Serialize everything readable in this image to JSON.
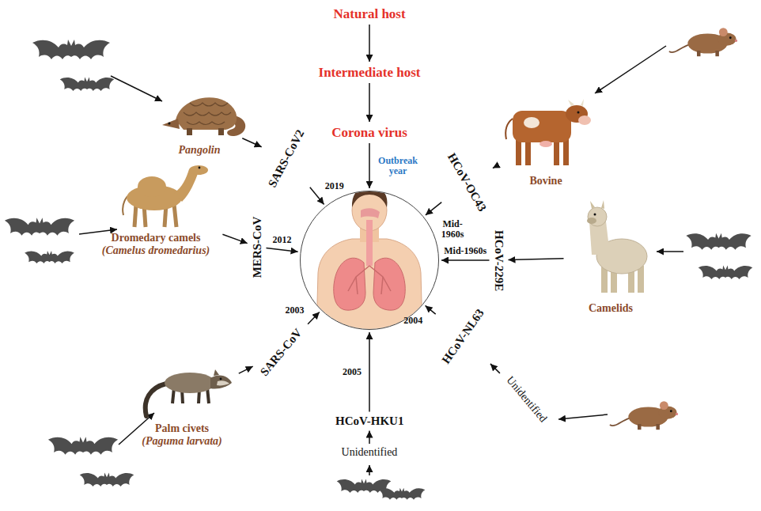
{
  "diagram": {
    "nodes": [
      {
        "text": [
          "Natural host"
        ]
      },
      {
        "text": [
          "Intermediate host"
        ]
      },
      {
        "text": [
          "Corona virus"
        ]
      },
      {
        "text": []
      },
      {
        "text": [
          "Pangolin"
        ]
      },
      {
        "text": [
          "SARS-CoV2"
        ]
      },
      {
        "text": [
          "Dromedary camels",
          "(Camelus dromedarius)"
        ]
      },
      {
        "text": [
          "MERS-CoV"
        ]
      },
      {
        "text": [
          "Palm civets",
          "(Paguma larvata)"
        ]
      },
      {
        "text": [
          "SARS-CoV"
        ]
      },
      {
        "text": [
          "HCoV-HKU1"
        ]
      },
      {
        "text": [
          "Unidentified"
        ]
      },
      {
        "text": [
          "Bovine"
        ]
      },
      {
        "text": [
          "HCoV-OC43"
        ]
      },
      {
        "text": [
          "Camelids"
        ]
      },
      {
        "text": [
          "HCoV-229E"
        ]
      },
      {
        "text": [
          "HCoV-NL63"
        ]
      },
      {
        "text": [
          "Unidentified"
        ]
      }
    ],
    "edges": [
      {
        "from": 0,
        "to": 1,
        "arrow": "to"
      },
      {
        "from": 1,
        "to": 2,
        "arrow": "to"
      },
      {
        "from": 2,
        "to": 3,
        "label": "Outbreak year",
        "arrow": "to"
      },
      {
        "from": 4,
        "to": 5,
        "arrow": "to"
      },
      {
        "from": 5,
        "to": 3,
        "label": "2019",
        "arrow": "to"
      },
      {
        "from": 6,
        "to": 7,
        "arrow": "to"
      },
      {
        "from": 7,
        "to": 3,
        "label": "2012",
        "arrow": "to"
      },
      {
        "from": 8,
        "to": 9,
        "arrow": "to"
      },
      {
        "from": 9,
        "to": 3,
        "label": "2003",
        "arrow": "to"
      },
      {
        "from": 11,
        "to": 10,
        "arrow": "to"
      },
      {
        "from": 10,
        "to": 3,
        "label": "2005",
        "arrow": "to"
      },
      {
        "from": 12,
        "to": 13,
        "arrow": "to"
      },
      {
        "from": 13,
        "to": 3,
        "label": "Mid-1960s",
        "arrow": "to"
      },
      {
        "from": 14,
        "to": 15,
        "arrow": "to"
      },
      {
        "from": 15,
        "to": 3,
        "label": "Mid-1960s",
        "arrow": "to"
      },
      {
        "from": 17,
        "to": 16,
        "arrow": "to"
      },
      {
        "from": 16,
        "to": 3,
        "label": "2004",
        "arrow": "to"
      }
    ]
  }
}
